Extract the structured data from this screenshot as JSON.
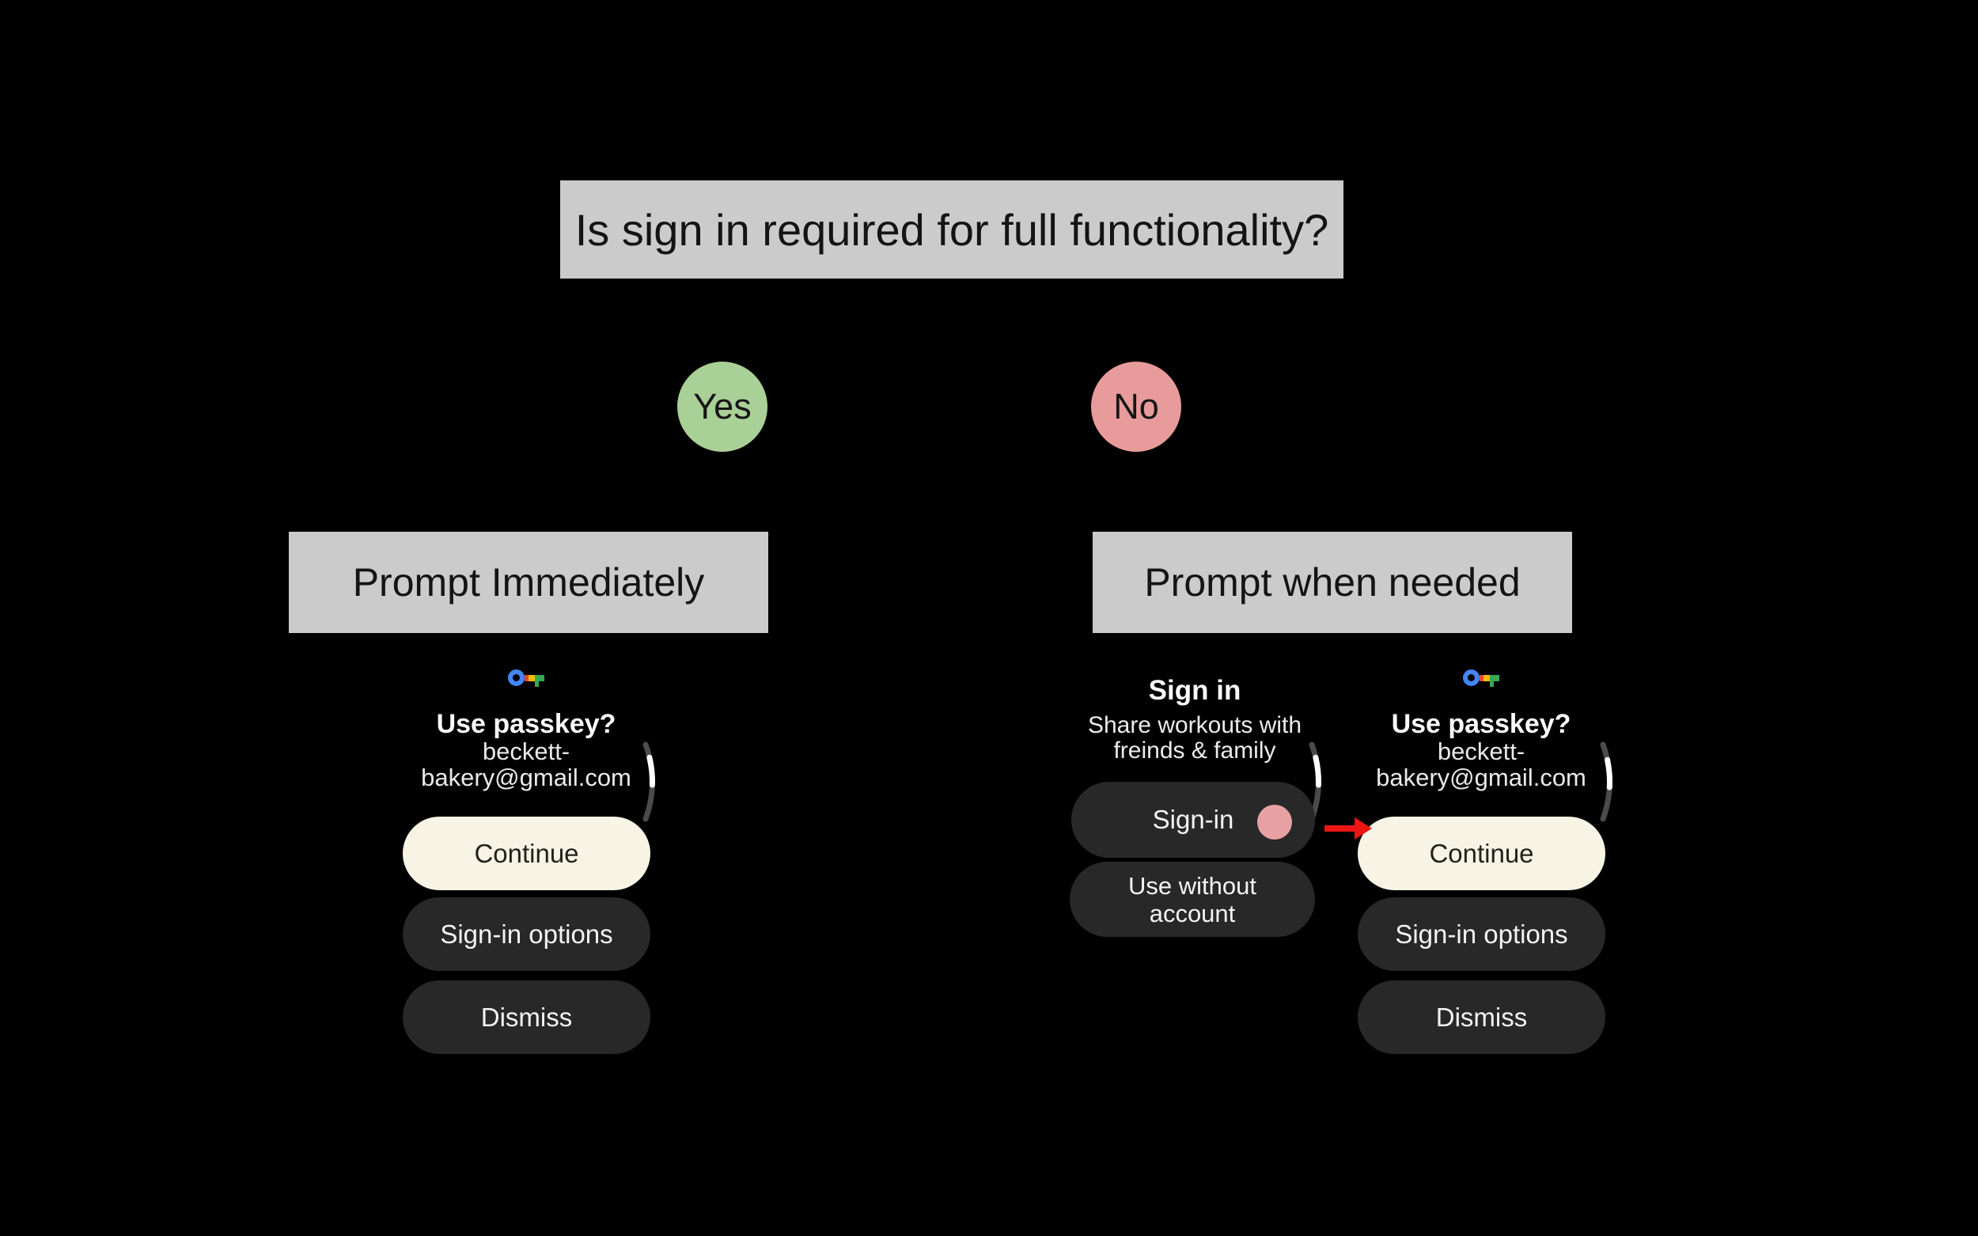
{
  "flowchart": {
    "question": "Is sign in required for full functionality?",
    "yes_label": "Yes",
    "no_label": "No",
    "outcome_yes": "Prompt Immediately",
    "outcome_no": "Prompt when needed"
  },
  "watch_left": {
    "title": "Use passkey?",
    "email_line1": "beckett-",
    "email_line2": "bakery@gmail.com",
    "continue_label": "Continue",
    "signin_options_label": "Sign-in options",
    "dismiss_label": "Dismiss"
  },
  "watch_middle": {
    "title": "Sign in",
    "subtitle_line1": "Share workouts with",
    "subtitle_line2": "freinds & family",
    "signin_label": "Sign-in",
    "use_without_line1": "Use without",
    "use_without_line2": "account"
  },
  "watch_right": {
    "title": "Use passkey?",
    "email_line1": "beckett-",
    "email_line2": "bakery@gmail.com",
    "continue_label": "Continue",
    "signin_options_label": "Sign-in options",
    "dismiss_label": "Dismiss"
  },
  "colors": {
    "background": "#000000",
    "flow_box_grey": "#cbcbcb",
    "yes_green": "#a9d096",
    "no_pink": "#e89b9b",
    "cream_button": "#f8f4e5",
    "dark_button": "#282828",
    "tap_dot_pink": "#e8a1a3",
    "arrow_red": "#ee1414",
    "passkey_blue": "#4285f4",
    "passkey_red": "#ea4335",
    "passkey_yellow": "#fbbc04",
    "passkey_green": "#34a853",
    "scroll_track": "#4b4b4b",
    "scroll_thumb": "#ffffff"
  }
}
